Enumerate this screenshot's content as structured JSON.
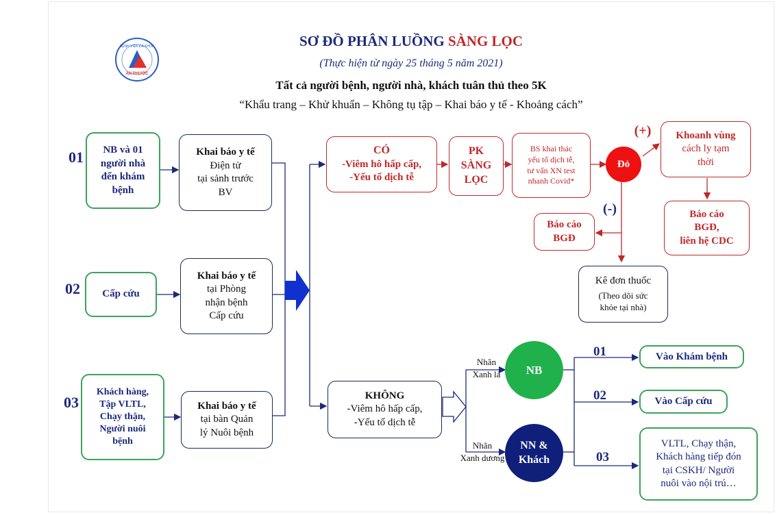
{
  "header": {
    "title_part1": "SƠ ĐỒ PHÂN LUỒNG ",
    "title_part2": "SÀNG LỌC",
    "subtitle": "(Thực hiện từ ngày 25 tháng 5 năm 2021)",
    "line3": "Tất cả người bệnh, người nhà, khách tuân thủ theo 5K",
    "line4": "“Khẩu trang – Khử khuẩn – Không tụ tập – Khai báo y tế - Khoảng cách”",
    "logo_text_top": "BỆNH VIỆN ĐA KHOA",
    "logo_text_bottom": "AN PHƯỚC"
  },
  "colors": {
    "navy": "#1c2a7a",
    "red": "#c0282a",
    "green": "#3aa35a",
    "blue_arrow": "#1030d0",
    "circle_green": "#20b14c",
    "circle_navy": "#0f1f7a",
    "circle_red": "#ee1111"
  },
  "rows": [
    {
      "num": "01",
      "entry": [
        "NB và 01",
        "người nhà",
        "đến khám",
        "bệnh"
      ],
      "declare_bold": "Khai báo y tế",
      "declare": [
        "Điện tử",
        "tại sảnh trước",
        "BV"
      ]
    },
    {
      "num": "02",
      "entry": [
        "Cấp cứu"
      ],
      "declare_bold": "Khai báo y tế",
      "declare": [
        "tại Phòng",
        "nhận bệnh",
        "Cấp cứu"
      ]
    },
    {
      "num": "03",
      "entry": [
        "Khách hàng,",
        "Tập VLTL,",
        "Chạy thận,",
        "Người nuôi",
        "bệnh"
      ],
      "declare_bold": "Khai báo y tế",
      "declare": [
        "tại bàn Quản",
        "lý Nuôi bệnh"
      ]
    }
  ],
  "yes_branch": {
    "co": {
      "head": "CÓ",
      "lines": [
        "-Viêm hô hấp cấp,",
        "-Yếu tố dịch tễ"
      ]
    },
    "pk": [
      "PK",
      "SÀNG",
      "LỌC"
    ],
    "bs": [
      "BS khai thác",
      "yếu tố dịch tễ,",
      "tư vấn XN test",
      "nhanh Covid*"
    ],
    "do": "Đỏ",
    "plus": "(+)",
    "minus": "(-)",
    "khoanh": [
      "Khoanh vùng",
      "cách ly tạm",
      "thời"
    ],
    "bao_cao_right": [
      "Báo cáo",
      "BGĐ,",
      "liên hệ CDC"
    ],
    "bao_cao_left": [
      "Báo cáo",
      "BGĐ"
    ],
    "ke_don": {
      "head": "Kê đơn thuốc",
      "lines": [
        "(Theo dõi sức",
        "khỏe tại nhà)"
      ]
    }
  },
  "no_branch": {
    "khong": {
      "head": "KHÔNG",
      "lines": [
        "-Viêm hô hấp cấp,",
        "-Yếu tố dịch tễ"
      ]
    },
    "nhan_xanh_la": [
      "Nhãn",
      "Xanh lá"
    ],
    "nhan_xanh_duong": [
      "Nhãn",
      "Xanh dương"
    ],
    "nb": "NB",
    "nn": [
      "NN &",
      "Khách"
    ],
    "out1_num": "01",
    "out1": "Vào Khám bệnh",
    "out2_num": "02",
    "out2": "Vào Cấp cứu",
    "out3_num": "03",
    "out3": [
      "VLTL, Chạy thận,",
      "Khách hàng tiếp đón",
      "tại CSKH/ Người",
      "nuôi vào nội trú…"
    ]
  }
}
